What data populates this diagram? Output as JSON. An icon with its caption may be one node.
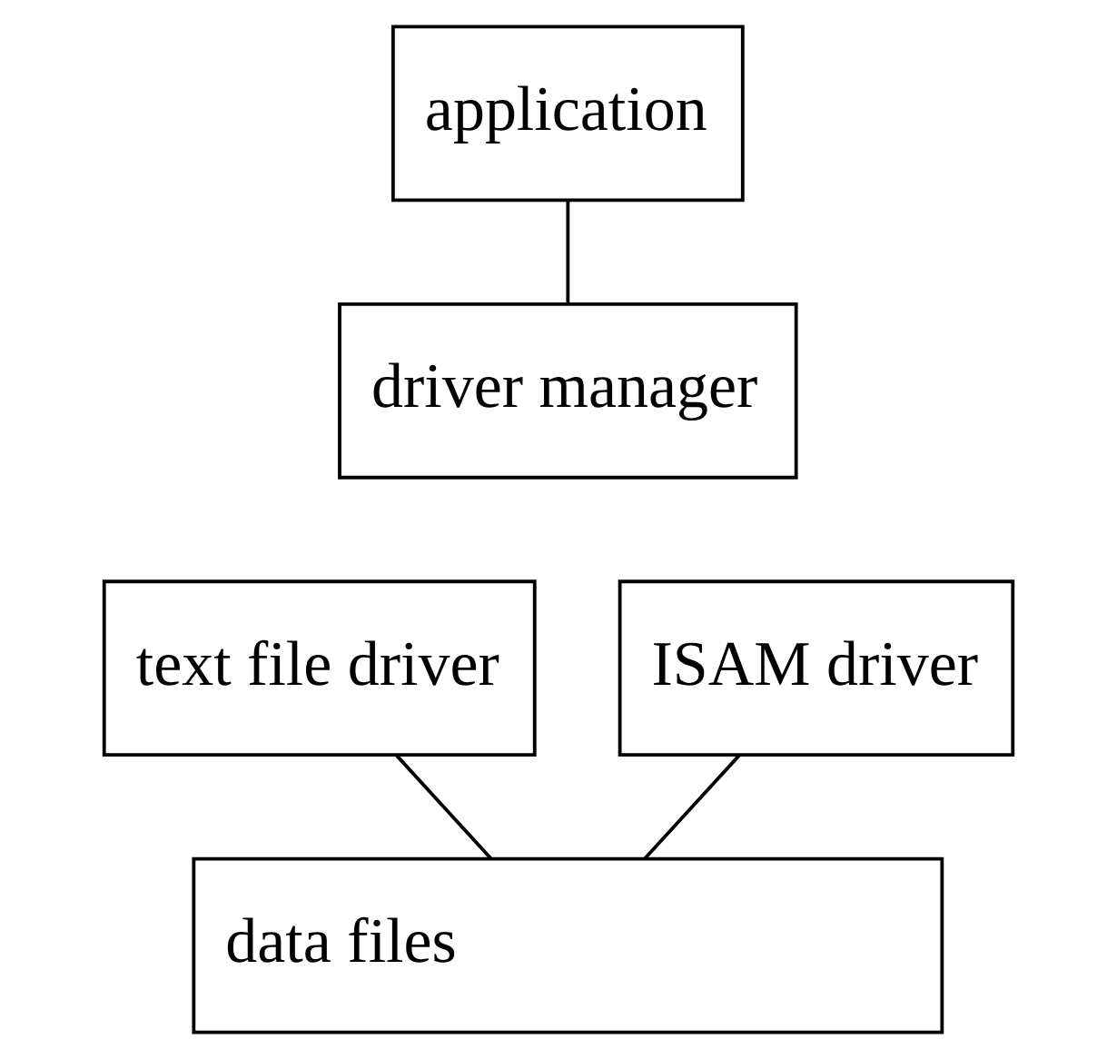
{
  "diagram": {
    "nodes": [
      {
        "text": [
          "application"
        ]
      },
      {
        "text": [
          "driver manager"
        ]
      },
      {
        "text": [
          "text file driver"
        ]
      },
      {
        "text": [
          "ISAM driver"
        ]
      },
      {
        "text": [
          "data files"
        ]
      }
    ],
    "edges": [
      {
        "from": 0,
        "to": 1,
        "arrow": "none"
      },
      {
        "from": 2,
        "to": 4,
        "arrow": "none"
      },
      {
        "from": 3,
        "to": 4,
        "arrow": "none"
      }
    ]
  }
}
